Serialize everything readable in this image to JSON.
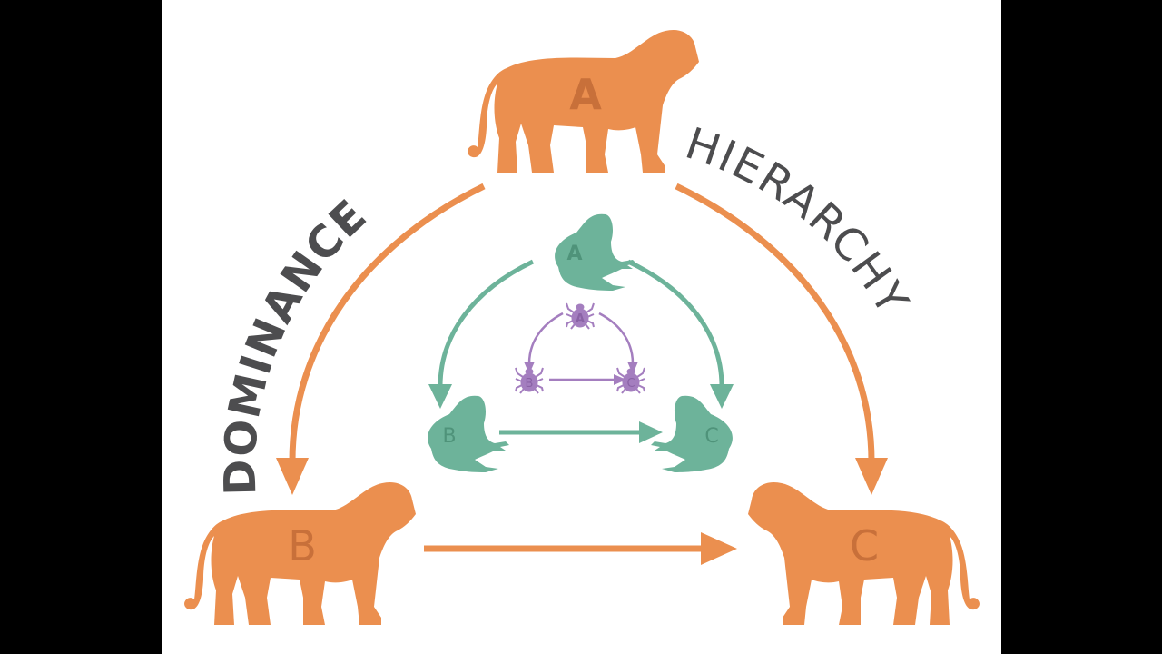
{
  "title_left": "DOMINANCE",
  "title_right": "HIERARCHY",
  "tigers": {
    "a": "A",
    "b": "B",
    "c": "C"
  },
  "frogs": {
    "a": "A",
    "b": "B",
    "c": "C"
  },
  "ticks": {
    "a": "A",
    "b": "B",
    "c": "C"
  },
  "colors": {
    "tiger": "#EB8F4F",
    "tiger_letter": "#C8703A",
    "frog": "#6DB39A",
    "frog_letter": "#4F937A",
    "tick": "#A47EBF",
    "tick_letter": "#8A62A6",
    "text": "#4D4D4F"
  }
}
